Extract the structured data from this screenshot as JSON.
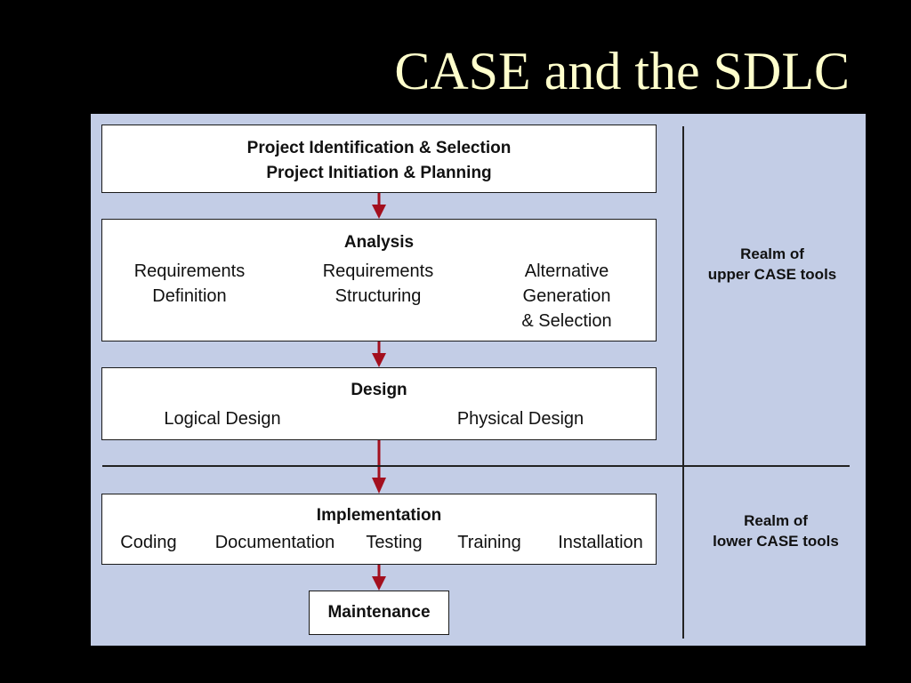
{
  "slide": {
    "title": "CASE and the SDLC"
  },
  "diagram": {
    "project": {
      "line1": "Project Identification & Selection",
      "line2": "Project Initiation & Planning"
    },
    "analysis": {
      "title": "Analysis",
      "items": [
        {
          "line1": "Requirements",
          "line2": "Definition",
          "line3": ""
        },
        {
          "line1": "Requirements",
          "line2": "Structuring",
          "line3": ""
        },
        {
          "line1": "Alternative",
          "line2": "Generation",
          "line3": "& Selection"
        }
      ]
    },
    "design": {
      "title": "Design",
      "items": [
        "Logical Design",
        "Physical Design"
      ]
    },
    "implementation": {
      "title": "Implementation",
      "items": [
        "Coding",
        "Documentation",
        "Testing",
        "Training",
        "Installation"
      ]
    },
    "maintenance": {
      "title": "Maintenance"
    },
    "realm_upper": {
      "line1": "Realm of",
      "line2": "upper CASE tools"
    },
    "realm_lower": {
      "line1": "Realm of",
      "line2": "lower CASE tools"
    },
    "colors": {
      "background": "#000000",
      "title": "#ffffcc",
      "panel": "#c3cde6",
      "arrow": "#a30f1e",
      "box": "#ffffff"
    }
  }
}
